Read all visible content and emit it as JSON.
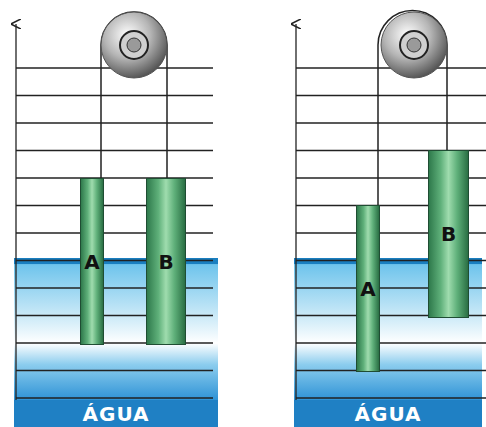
{
  "diagram": {
    "nodes": [
      {
        "text": [
          "A"
        ]
      },
      {
        "text": [
          "B"
        ]
      },
      {
        "text": [
          "ÁGUA"
        ]
      },
      {
        "text": [
          "A"
        ]
      },
      {
        "text": [
          "B"
        ]
      },
      {
        "text": [
          "ÁGUA"
        ]
      }
    ],
    "edges": [
      {
        "from": 0,
        "to": 1,
        "arrow": "none"
      },
      {
        "from": 3,
        "to": 4,
        "arrow": "none"
      }
    ]
  }
}
